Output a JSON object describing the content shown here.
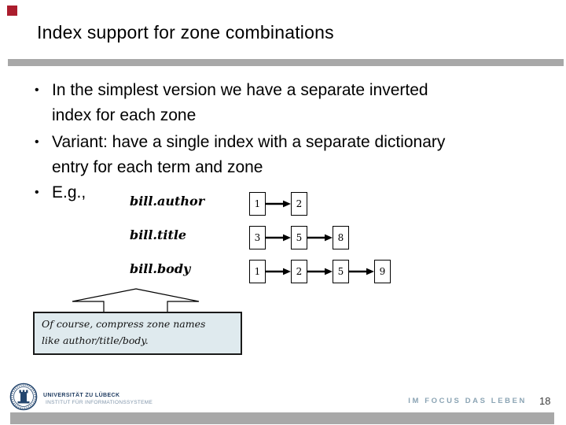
{
  "slide": {
    "title": "Index support for zone combinations",
    "accent_color": "#ab1d2d"
  },
  "bullets": [
    {
      "lines": [
        "In the simplest version we have a separate inverted",
        "index for each zone"
      ]
    },
    {
      "lines": [
        "Variant: have a single index with a separate dictionary",
        "entry for each term and zone"
      ]
    },
    {
      "lines": [
        "E.g.,"
      ]
    }
  ],
  "diagram": {
    "rows": [
      {
        "label": "bill.author",
        "postings": [
          "1",
          "2"
        ]
      },
      {
        "label": "bill.title",
        "postings": [
          "3",
          "5",
          "8"
        ]
      },
      {
        "label": "bill.body",
        "postings": [
          "1",
          "2",
          "5",
          "9"
        ]
      }
    ]
  },
  "callout": {
    "lines": [
      "Of course, compress zone names",
      "like author/title/body."
    ],
    "fill": "#dfeaee"
  },
  "footer": {
    "university": "UNIVERSITÄT ZU LÜBECK",
    "institute": "INSTITUT FÜR INFORMATIONSSYSTEME",
    "motto": "IM FOCUS DAS LEBEN",
    "page": "18"
  }
}
